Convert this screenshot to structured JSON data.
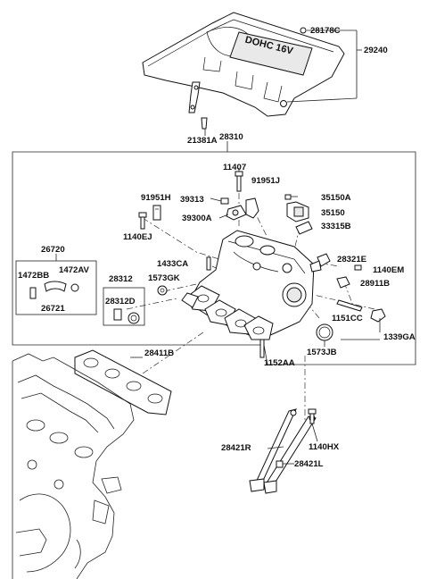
{
  "labels": {
    "p28178C": "28178C",
    "p29240": "29240",
    "p21381A": "21381A",
    "p28310": "28310",
    "p11407": "11407",
    "p91951J": "91951J",
    "p91951H": "91951H",
    "p39313": "39313",
    "p35150A": "35150A",
    "p35150": "35150",
    "p39300A": "39300A",
    "p33315B": "33315B",
    "p1140EJ": "1140EJ",
    "p26720": "26720",
    "p1472BB": "1472BB",
    "p1472AV": "1472AV",
    "p26721": "26721",
    "p1433CA": "1433CA",
    "p28312": "28312",
    "p1573GK": "1573GK",
    "p28312D": "28312D",
    "p28321E": "28321E",
    "p1140EM": "1140EM",
    "p28911B": "28911B",
    "p1151CC": "1151CC",
    "p1339GA": "1339GA",
    "p1573JB": "1573JB",
    "p1152AA": "1152AA",
    "p28411B": "28411B",
    "p28421R": "28421R",
    "p1140HX": "1140HX",
    "p28421L": "28421L"
  },
  "engine_cover": {
    "logo_text": "DOHC 16V"
  }
}
